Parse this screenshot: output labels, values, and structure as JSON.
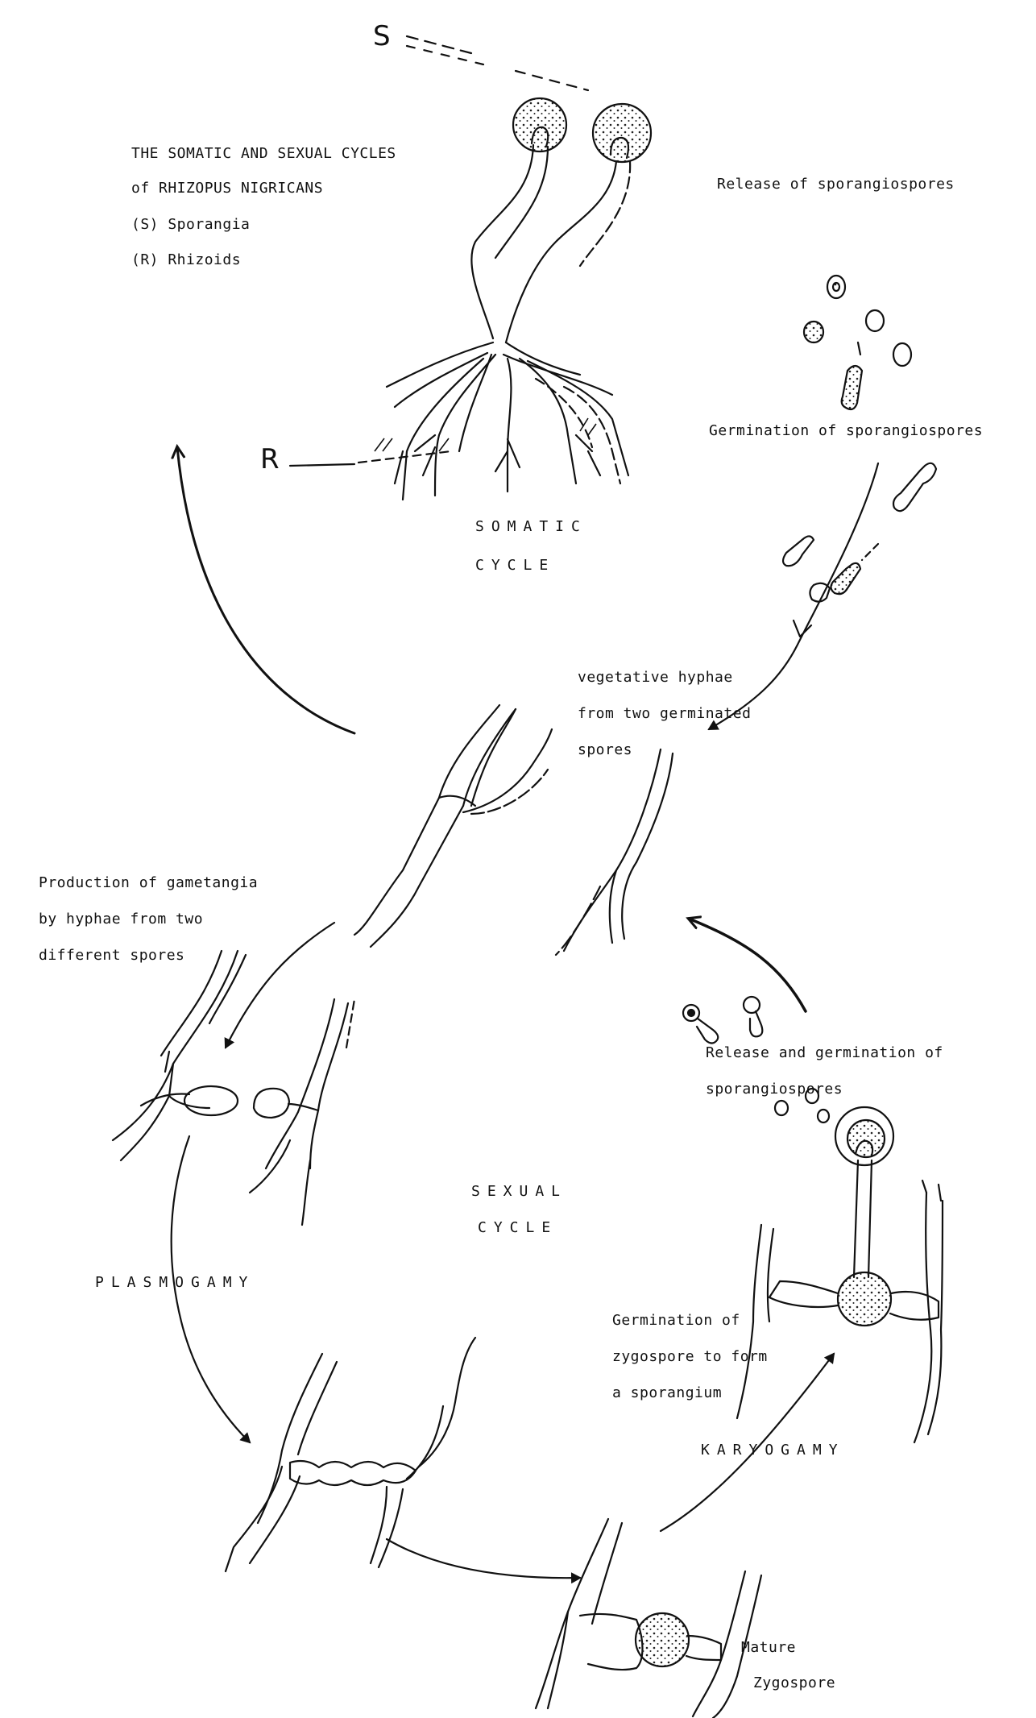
{
  "legend": {
    "title_line1": "THE SOMATIC AND SEXUAL CYCLES",
    "title_line2": "of RHIZOPUS NIGRICANS",
    "item_s": "(S)  Sporangia",
    "item_r": "(R)  Rhizoids"
  },
  "markers": {
    "s": "S",
    "r": "R"
  },
  "cycles": {
    "somatic_line1": "SOMATIC",
    "somatic_line2": "CYCLE",
    "sexual_line1": "SEXUAL",
    "sexual_line2": "CYCLE"
  },
  "stages": {
    "release_top": "Release of sporangiospores",
    "germination_spores": "Germination of sporangiospores",
    "vegetative_line1": "vegetative hyphae",
    "vegetative_line2": "from two germinated",
    "vegetative_line3": "spores",
    "production_line1": "Production of gametangia",
    "production_line2": "by hyphae from two",
    "production_line3": "different spores",
    "plasmogamy": "PLASMOGAMY",
    "karyogamy": "KARYOGAMY",
    "mature_line1": "Mature",
    "mature_line2": "Zygospore",
    "zygo_germ_line1": "Germination of",
    "zygo_germ_line2": "zygospore to form",
    "zygo_germ_line3": "a sporangium",
    "release_germ_line1": "Release and germination of",
    "release_germ_line2": "sporangiospores"
  }
}
